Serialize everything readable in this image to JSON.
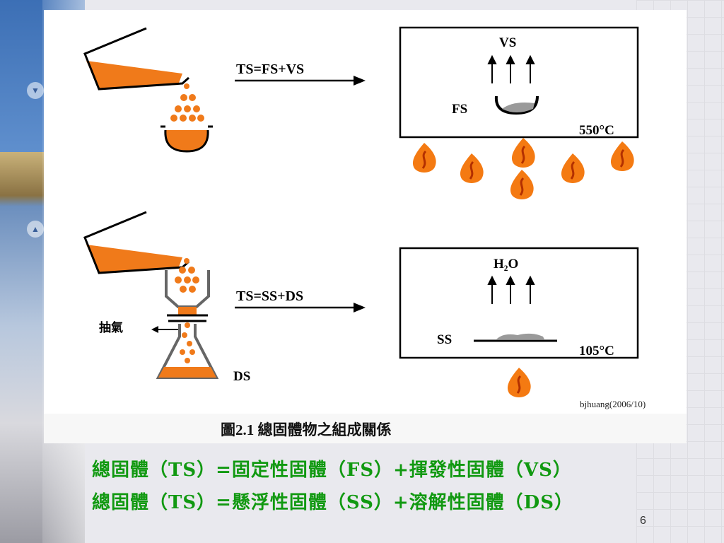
{
  "diagram": {
    "top_arrow_label": "TS=FS+VS",
    "top_box": {
      "vs_label": "VS",
      "fs_label": "FS",
      "temp": "550°C"
    },
    "bottom_arrow_label": "TS=SS+DS",
    "bottom_box": {
      "h2o_label": "H₂O",
      "ss_label": "SS",
      "temp": "105°C"
    },
    "suction_label": "抽氣",
    "ds_label": "DS",
    "credit": "bjhuang(2006/10)",
    "caption": "圖2.1  總固體物之組成關係"
  },
  "equations": [
    "總固體（TS）=固定性固體（FS）+揮發性固體（VS）",
    "總固體（TS）=懸浮性固體（SS）+溶解性固體（DS）"
  ],
  "page_number": "6",
  "colors": {
    "liquid": "#f07a1a",
    "equation_text": "#119911",
    "ash": "#9a9a9a",
    "flame": "#f47a12"
  }
}
